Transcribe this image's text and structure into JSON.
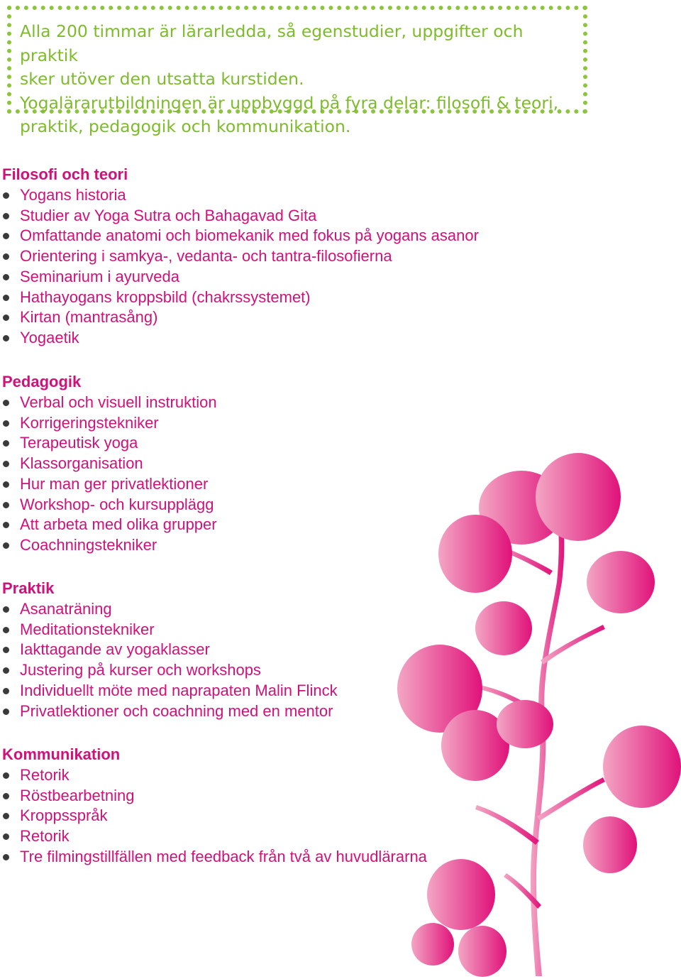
{
  "intro": {
    "lines": [
      "Alla 200 timmar är lärarledda, så egenstudier, uppgifter och praktik",
      "sker utöver den utsatta kurstiden.",
      "Yogalärarutbildningen är uppbyggd på fyra delar: filosofi & teori,",
      "praktik, pedagogik och kommunikation."
    ]
  },
  "sections": [
    {
      "title": "Filosofi och teori",
      "items": [
        "Yogans historia",
        "Studier av Yoga Sutra och Bahagavad Gita",
        "Omfattande anatomi och biomekanik med fokus på yogans asanor",
        "Orientering i samkya-, vedanta- och tantra-filosofierna",
        "Seminarium i ayurveda",
        "Hathayogans kroppsbild (chakrssystemet)",
        "Kirtan (mantrasång)",
        "Yogaetik"
      ]
    },
    {
      "title": "Pedagogik",
      "items": [
        "Verbal och visuell instruktion",
        "Korrigeringstekniker",
        "Terapeutisk yoga",
        "Klassorganisation",
        "Hur man ger privatlektioner",
        "Workshop- och kursupplägg",
        "Att arbeta med olika grupper",
        "Coachningstekniker"
      ]
    },
    {
      "title": "Praktik",
      "items": [
        "Asanaträning",
        "Meditationstekniker",
        "Iakttagande av yogaklasser",
        "Justering på kurser och workshops",
        "Individuellt möte med naprapaten Malin Flinck",
        "Privatlektioner och coachning med en mentor"
      ]
    },
    {
      "title": "Kommunikation",
      "items": [
        "Retorik",
        "Röstbearbetning",
        "Kroppsspråk",
        "Retorik",
        "Tre filmingstillfällen med feedback från två av huvudlärarna"
      ]
    }
  ],
  "colors": {
    "heading": "#d1117a",
    "bullet_text": "#d1117a",
    "intro_text": "#7ebb2c",
    "border": "#8cc43c",
    "flower_light": "#f3a6c4",
    "flower_dark": "#e0127a"
  }
}
